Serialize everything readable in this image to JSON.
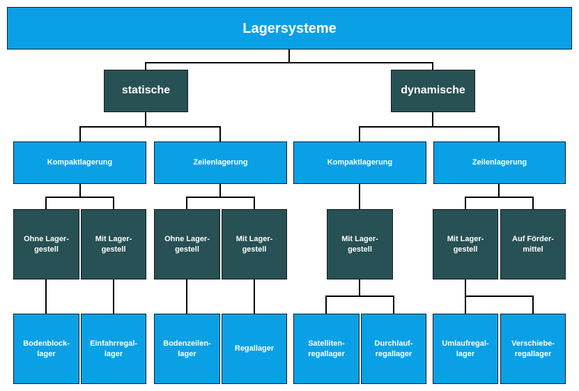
{
  "root": {
    "label": "Lagersysteme"
  },
  "statisch": {
    "label": "statische",
    "kompakt": {
      "label": "Kompaktlagerung",
      "ohne": {
        "label": "Ohne Lager-\ngestell",
        "leaf": "Bodenblock-\nlager"
      },
      "mit": {
        "label": "Mit Lager-\ngestell",
        "leaf": "Einfahrregal-\nlager"
      }
    },
    "zeilen": {
      "label": "Zeilenlagerung",
      "ohne": {
        "label": "Ohne Lager-\ngestell",
        "leaf": "Bodenzeilen-\nlager"
      },
      "mit": {
        "label": "Mit Lager-\ngestell",
        "leaf": "Regallager"
      }
    }
  },
  "dynamisch": {
    "label": "dynamische",
    "kompakt": {
      "label": "Kompaktlagerung",
      "mit": {
        "label": "Mit Lager-\ngestell",
        "leaf1": "Satelliten-\nregallager",
        "leaf2": "Durchlauf-\nregallager"
      }
    },
    "zeilen": {
      "label": "Zeilenlagerung",
      "mit": {
        "label": "Mit Lager-\ngestell",
        "leaf1": "Umlaufregal-\nlager",
        "leaf2": "Verschiebe-\nregallager"
      },
      "auf": {
        "label": "Auf Förder-\nmittel"
      }
    }
  },
  "colors": {
    "blue": "#0aa0e6",
    "dark": "#275154",
    "line": "#000000"
  }
}
